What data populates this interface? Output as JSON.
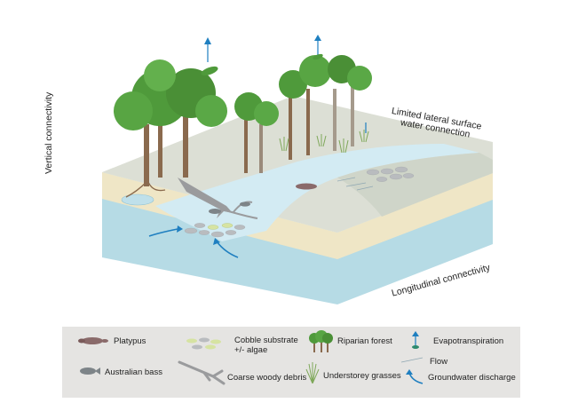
{
  "labels": {
    "vertical": "Vertical connectivity",
    "longitudinal": "Longitudinal connectivity",
    "lateral_line1": "Limited lateral surface",
    "lateral_line2": "water connection"
  },
  "legend": {
    "platypus": "Platypus",
    "bass": "Australian bass",
    "cobble_line1": "Cobble substrate",
    "cobble_line2": "+/- algae",
    "woody": "Coarse woody debris",
    "riparian": "Riparian forest",
    "grasses": "Understorey grasses",
    "evapo": "Evapotranspiration",
    "flow": "Flow",
    "groundwater": "Groundwater discharge"
  },
  "colors": {
    "land_top": "#dcdfd6",
    "sand": "#efe7c9",
    "ground_blue": "#b8dce6",
    "water": "#d6ecf4",
    "arrow_blue": "#1f7fc0",
    "tree_green": "#4f9a3b",
    "trunk": "#8a6a4e",
    "legend_bg": "#e5e4e2"
  }
}
